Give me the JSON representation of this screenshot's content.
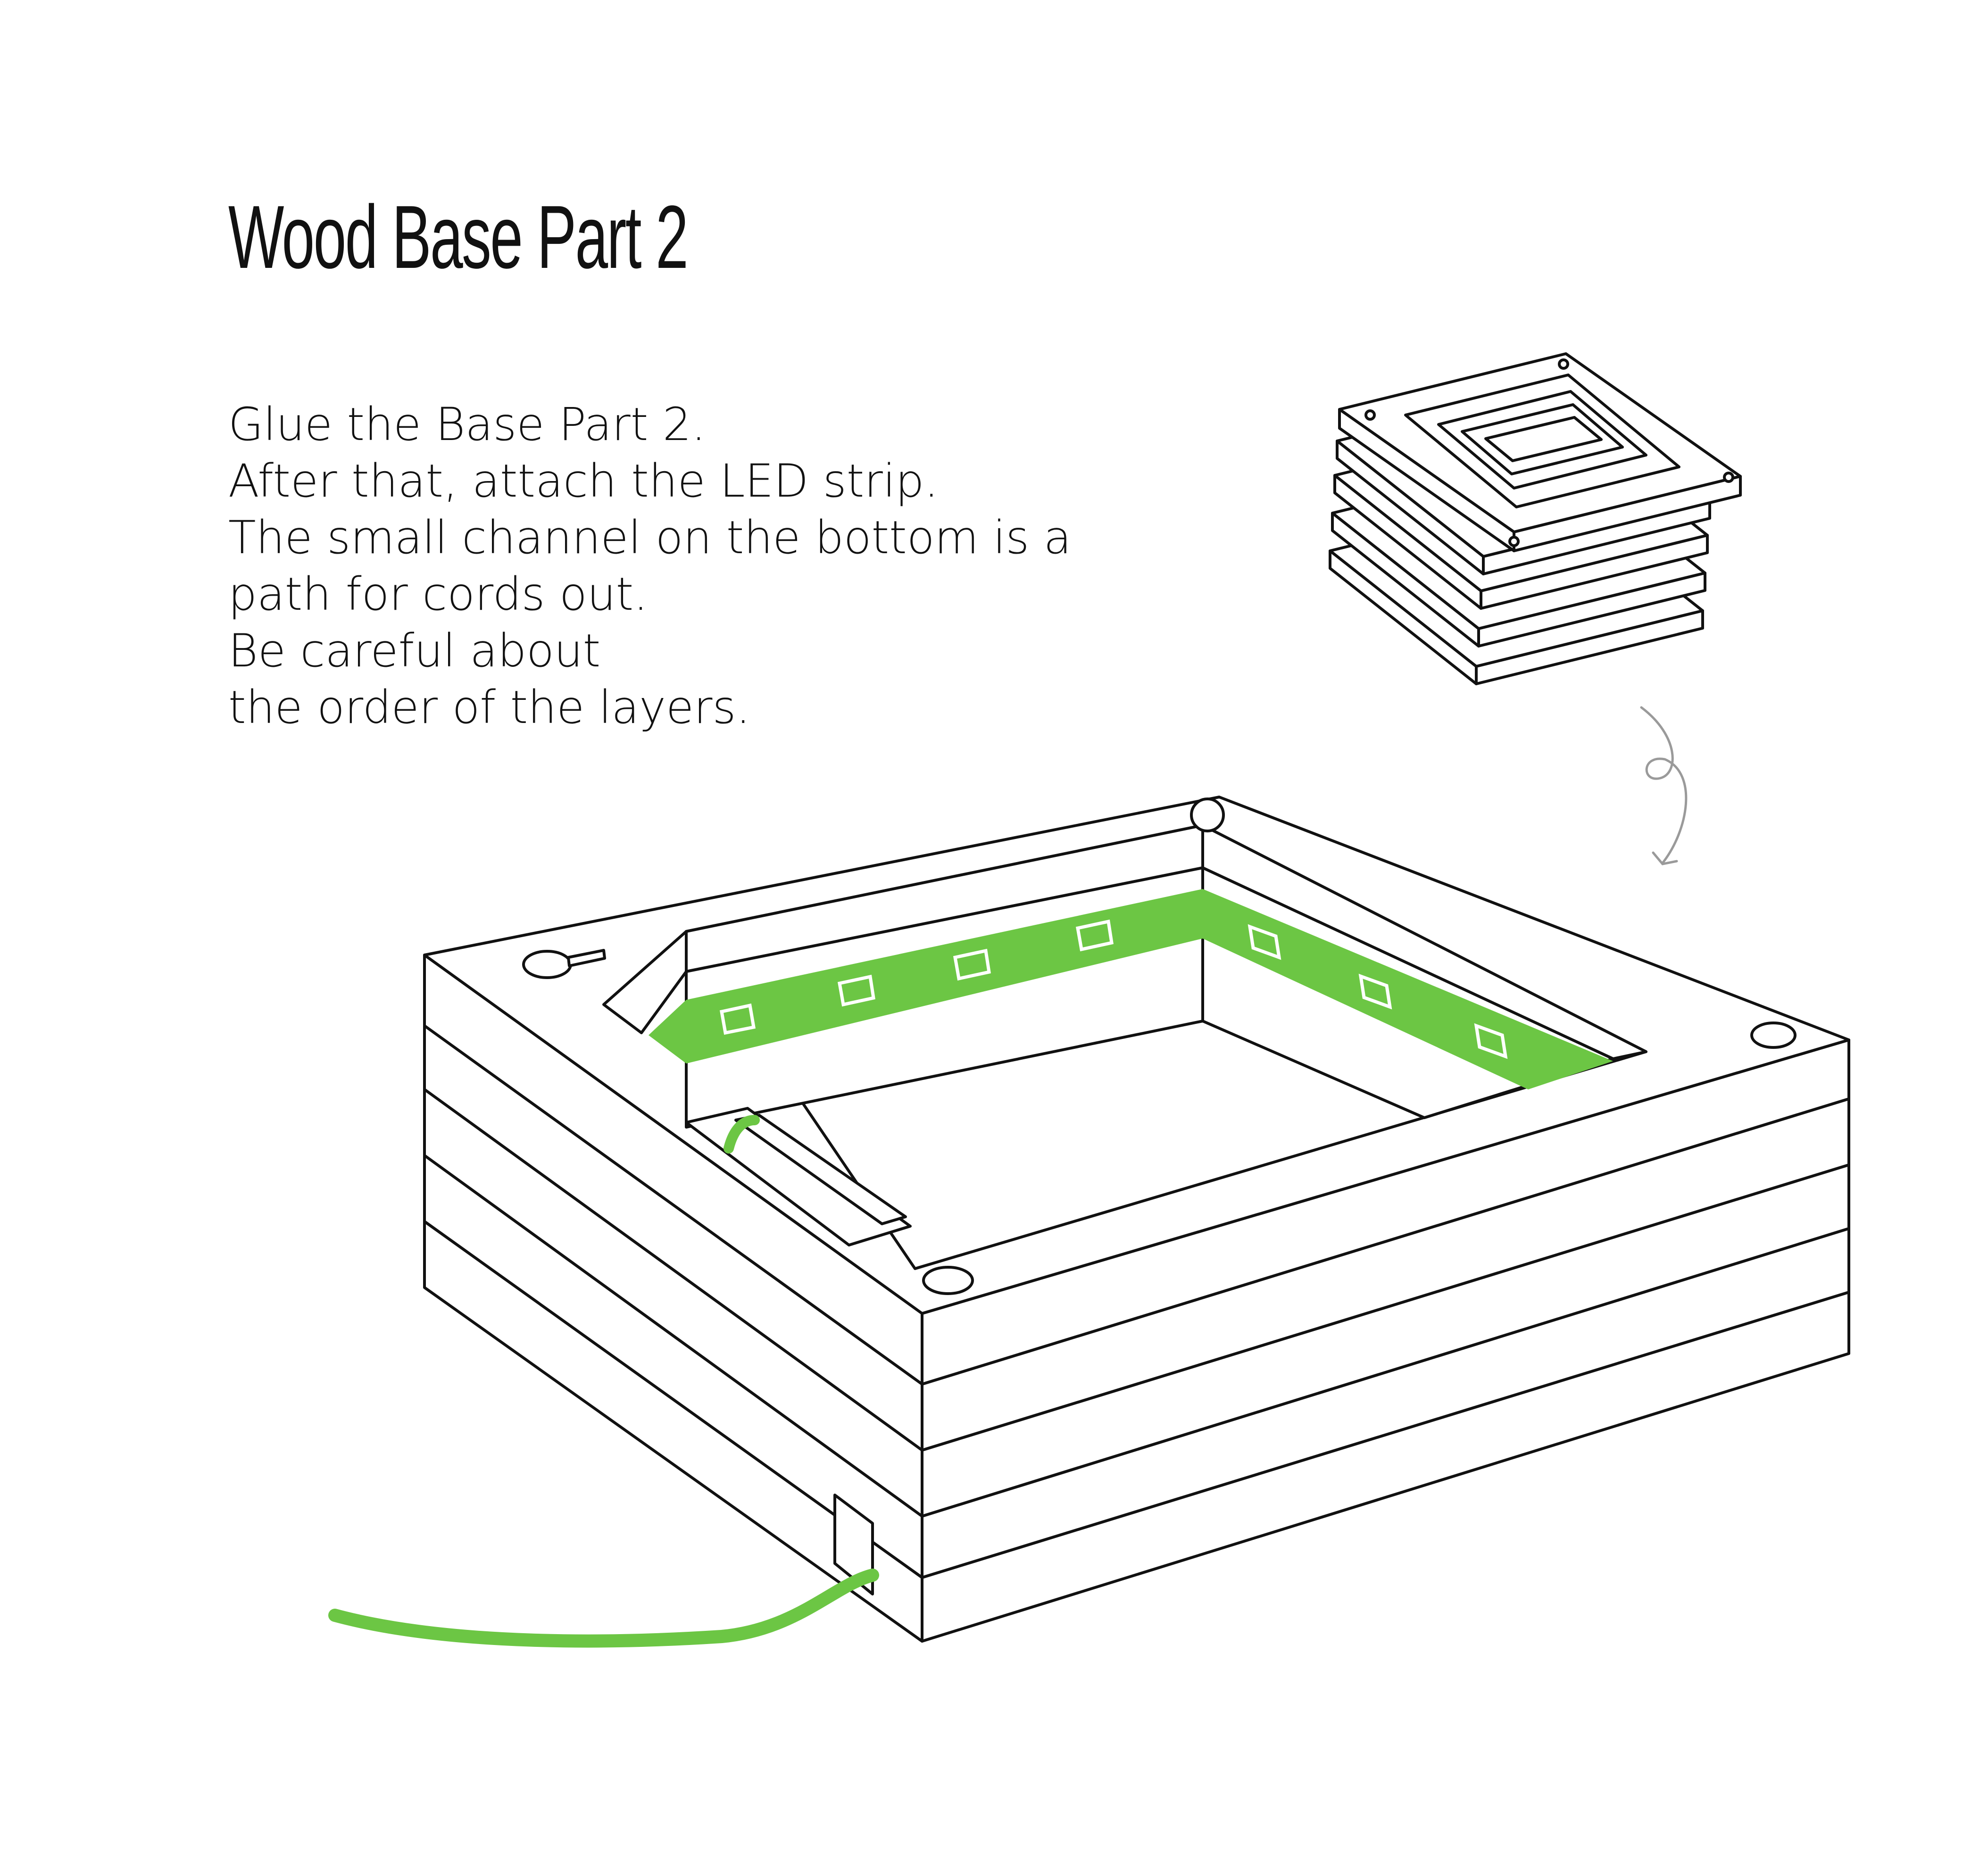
{
  "page": {
    "title": "Wood Base Part 2",
    "instructions": [
      "Glue the Base Part 2.",
      "After that, attach the LED strip.",
      "The small channel on the bottom is a",
      "path for cords out.",
      "Be careful about",
      "the order of the layers."
    ]
  },
  "colors": {
    "led_strip": "#6cc644",
    "line": "#111111",
    "arrow": "#9a9a9a",
    "background": "#ffffff"
  },
  "diagram": {
    "main_illustration": "assembled-wood-base-with-led-strip",
    "inset_illustration": "exploded-layer-stack",
    "layer_count": 5,
    "led_count": 7
  }
}
